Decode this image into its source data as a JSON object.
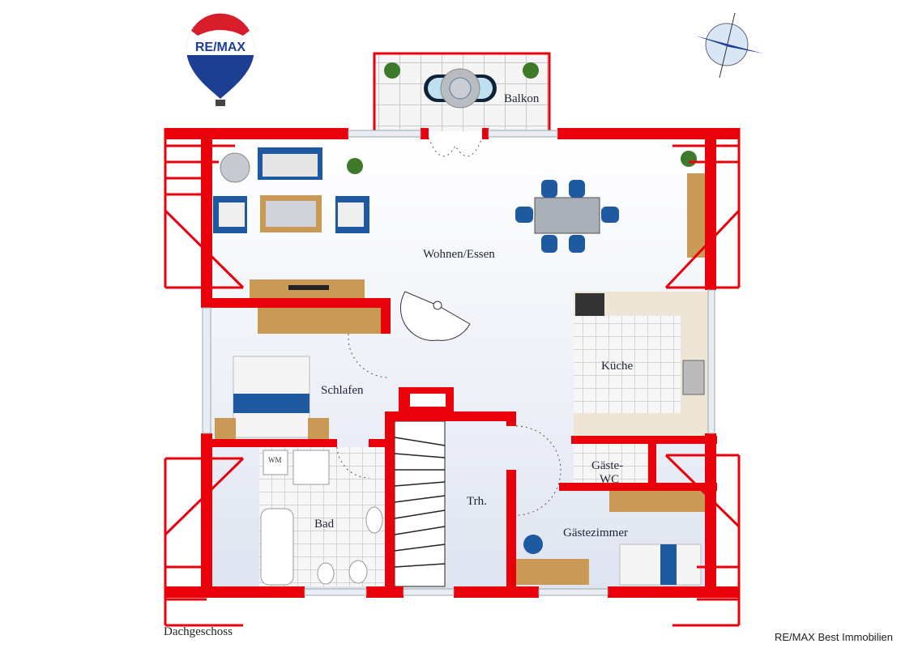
{
  "logo": {
    "brand": "RE/MAX"
  },
  "plan": {
    "floor_label": "Dachgeschoss",
    "rooms": {
      "balcony": "Balkon",
      "living": "Wohnen/Essen",
      "kitchen": "Küche",
      "bedroom": "Schlafen",
      "bath": "Bad",
      "stairs": "Trh.",
      "guest_wc_1": "Gäste-",
      "guest_wc_2": "WC",
      "guest_room": "Gästezimmer"
    },
    "washer_label": "WM"
  },
  "footer": {
    "agency": "RE/MAX Best Immobilien"
  },
  "colors": {
    "wall": "#e8000b",
    "floor": "#eef1f8",
    "brand_blue": "#1c3f94"
  }
}
